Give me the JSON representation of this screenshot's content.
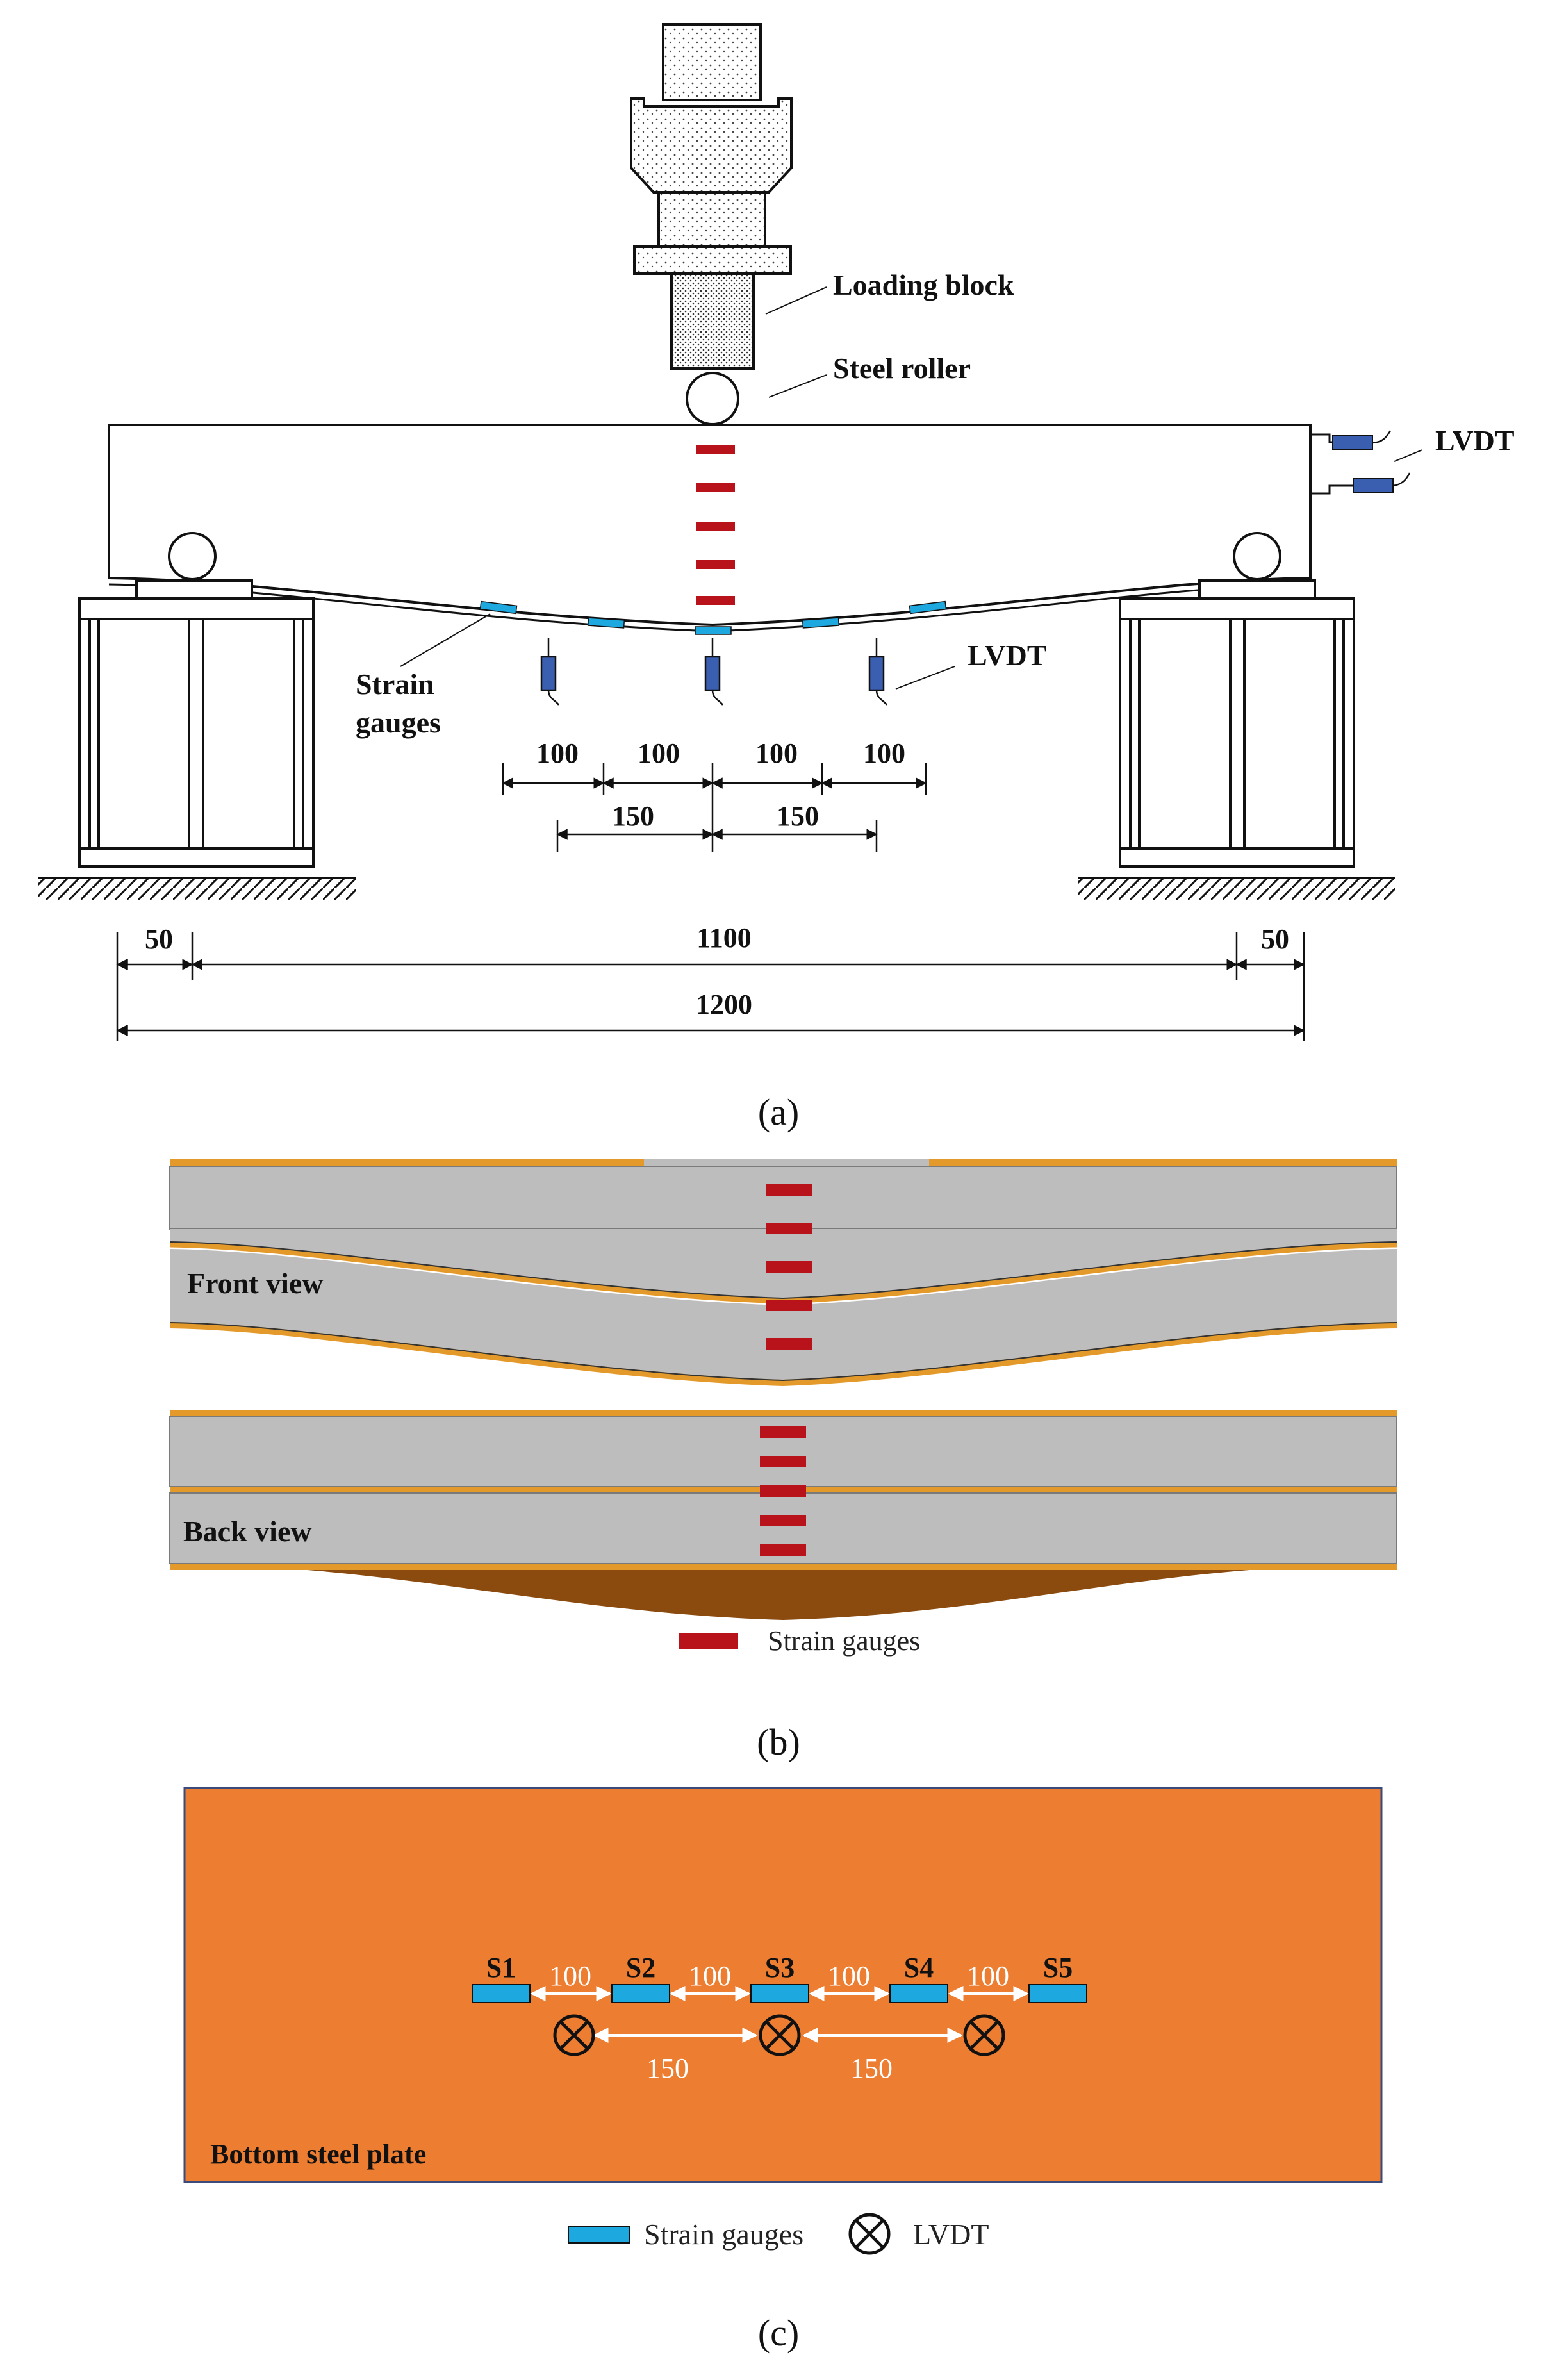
{
  "panel_a": {
    "caption": "(a)",
    "labels": {
      "loading_block": "Loading block",
      "steel_roller": "Steel roller",
      "lvdt_side": "LVDT",
      "lvdt_bottom": "LVDT",
      "strain_gauges_1": "Strain",
      "strain_gauges_2": "gauges"
    },
    "dims": {
      "d100_1": "100",
      "d100_2": "100",
      "d100_3": "100",
      "d100_4": "100",
      "d150_1": "150",
      "d150_2": "150",
      "d50_left": "50",
      "d1100": "1100",
      "d50_right": "50",
      "d1200": "1200"
    }
  },
  "panel_b": {
    "caption": "(b)",
    "front_view": "Front view",
    "back_view": "Back view",
    "legend": "Strain gauges"
  },
  "panel_c": {
    "caption": "(c)",
    "plate_label": "Bottom steel plate",
    "gauges": [
      "S1",
      "S2",
      "S3",
      "S4",
      "S5"
    ],
    "dims": {
      "g1": "100",
      "g2": "100",
      "g3": "100",
      "g4": "100",
      "l1": "150",
      "l2": "150"
    },
    "legend_gauges": "Strain gauges",
    "legend_lvdt": "LVDT"
  },
  "colors": {
    "red_gauge": "#b8121b",
    "blue_gauge": "#1ea8e0",
    "lvdt_blue": "#3b5fb0",
    "plate_orange": "#ec7d31",
    "concrete_grey": "#bdbdbd",
    "steel_layer": "#e39a2a"
  }
}
